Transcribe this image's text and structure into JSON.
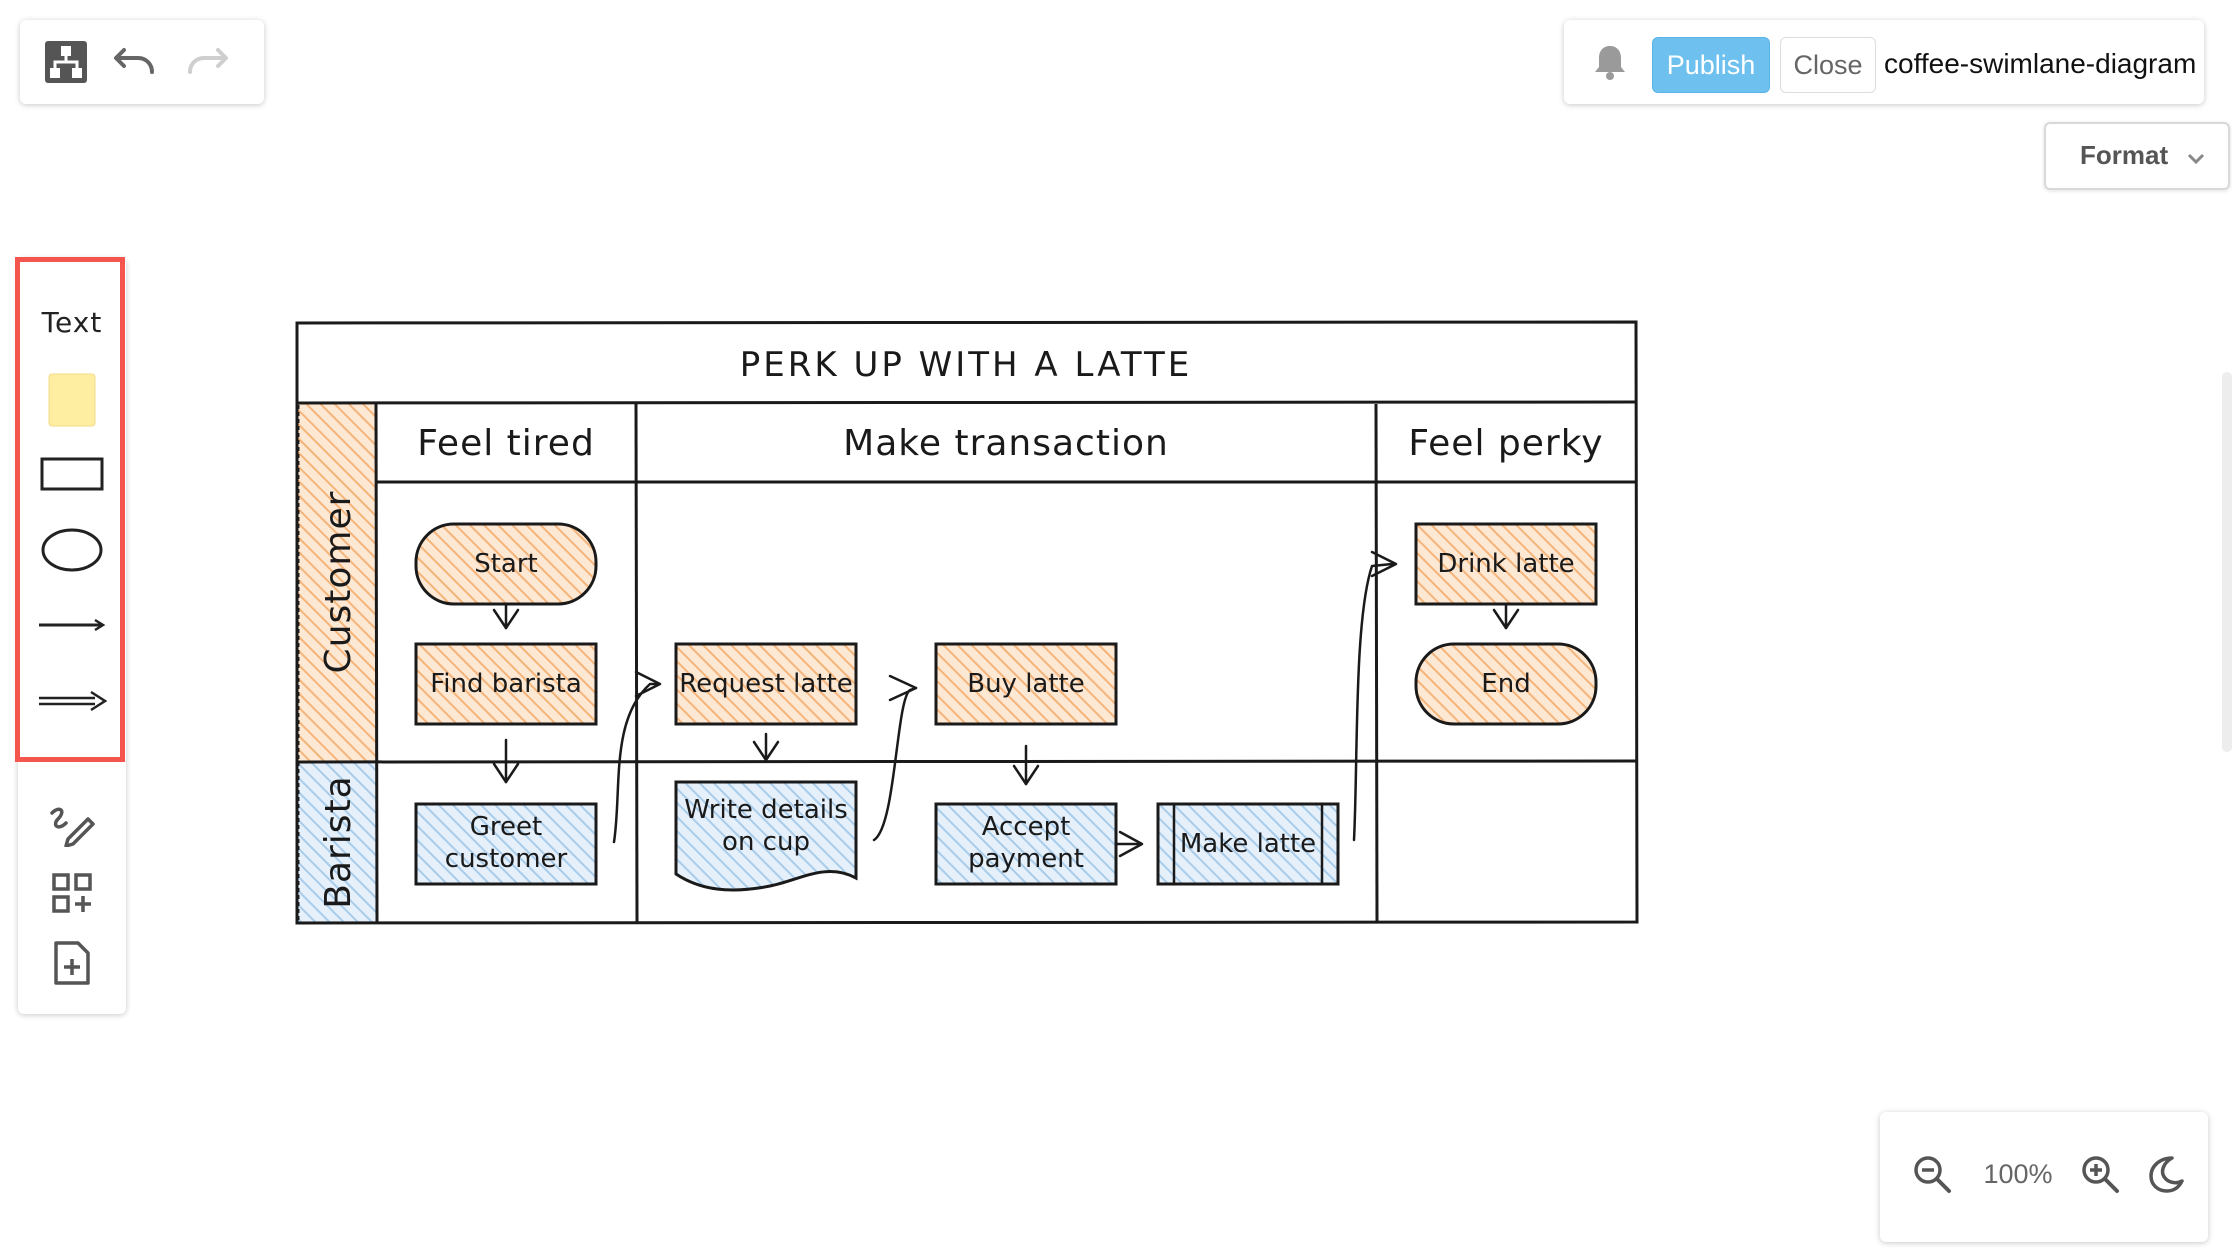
{
  "toolbar": {
    "diagram_menu_icon": "diagram-icon",
    "undo_icon": "undo-icon",
    "redo_icon": "redo-icon",
    "notification_icon": "bell-icon",
    "publish_label": "Publish",
    "close_label": "Close",
    "document_name": "coffee-swimlane-diagram",
    "format_label": "Format",
    "format_icon": "chevron-down-icon"
  },
  "palette": {
    "text_label": "Text",
    "items": [
      "sticky-note-icon",
      "rectangle-icon",
      "ellipse-icon",
      "line-icon",
      "arrow-icon",
      "freehand-draw-icon",
      "add-shapes-icon",
      "add-page-icon"
    ]
  },
  "zoom": {
    "zoom_out_icon": "zoom-out-icon",
    "level": "100%",
    "zoom_in_icon": "zoom-in-icon",
    "theme_icon": "moon-icon"
  },
  "diagram": {
    "title": "PERK UP WITH A LATTE",
    "phases": [
      "Feel tired",
      "Make transaction",
      "Feel perky"
    ],
    "lanes": [
      "Customer",
      "Barista"
    ],
    "nodes": {
      "start": "Start",
      "find_barista": "Find barista",
      "request_latte": "Request latte",
      "buy_latte": "Buy latte",
      "drink_latte": "Drink latte",
      "end": "End",
      "greet_customer_line1": "Greet",
      "greet_customer_line2": "customer",
      "write_details_line1": "Write details",
      "write_details_line2": "on cup",
      "accept_payment_line1": "Accept",
      "accept_payment_line2": "payment",
      "make_latte": "Make latte"
    },
    "colors": {
      "customer_fill": "#f5b47a",
      "barista_fill": "#a9ccea",
      "stroke": "#1a1a1a",
      "highlight": "#f4564e",
      "publish": "#6ec1ee"
    }
  }
}
